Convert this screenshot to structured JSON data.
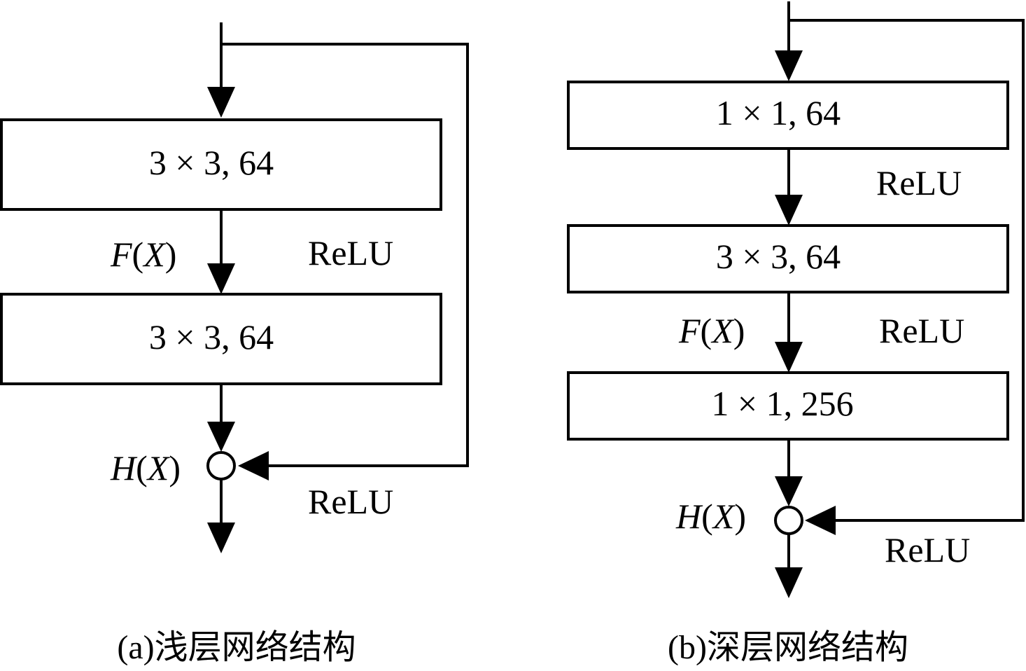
{
  "diagram_a": {
    "boxes": [
      "3 × 3, 64",
      "3 × 3, 64"
    ],
    "fx_func": "F",
    "fx_open": "(",
    "fx_var": "X",
    "fx_close": ")",
    "relu_1": "ReLU",
    "hx_func": "H",
    "hx_open": "(",
    "hx_var": "X",
    "hx_close": ")",
    "relu_2": "ReLU",
    "caption": "(a)浅层网络结构"
  },
  "diagram_b": {
    "boxes": [
      "1 × 1, 64",
      "3 × 3, 64",
      "1 × 1, 256"
    ],
    "relu_1": "ReLU",
    "fx_func": "F",
    "fx_open": "(",
    "fx_var": "X",
    "fx_close": ")",
    "relu_2": "ReLU",
    "hx_func": "H",
    "hx_open": "(",
    "hx_var": "X",
    "hx_close": ")",
    "relu_3": "ReLU",
    "caption": "(b)深层网络结构"
  }
}
